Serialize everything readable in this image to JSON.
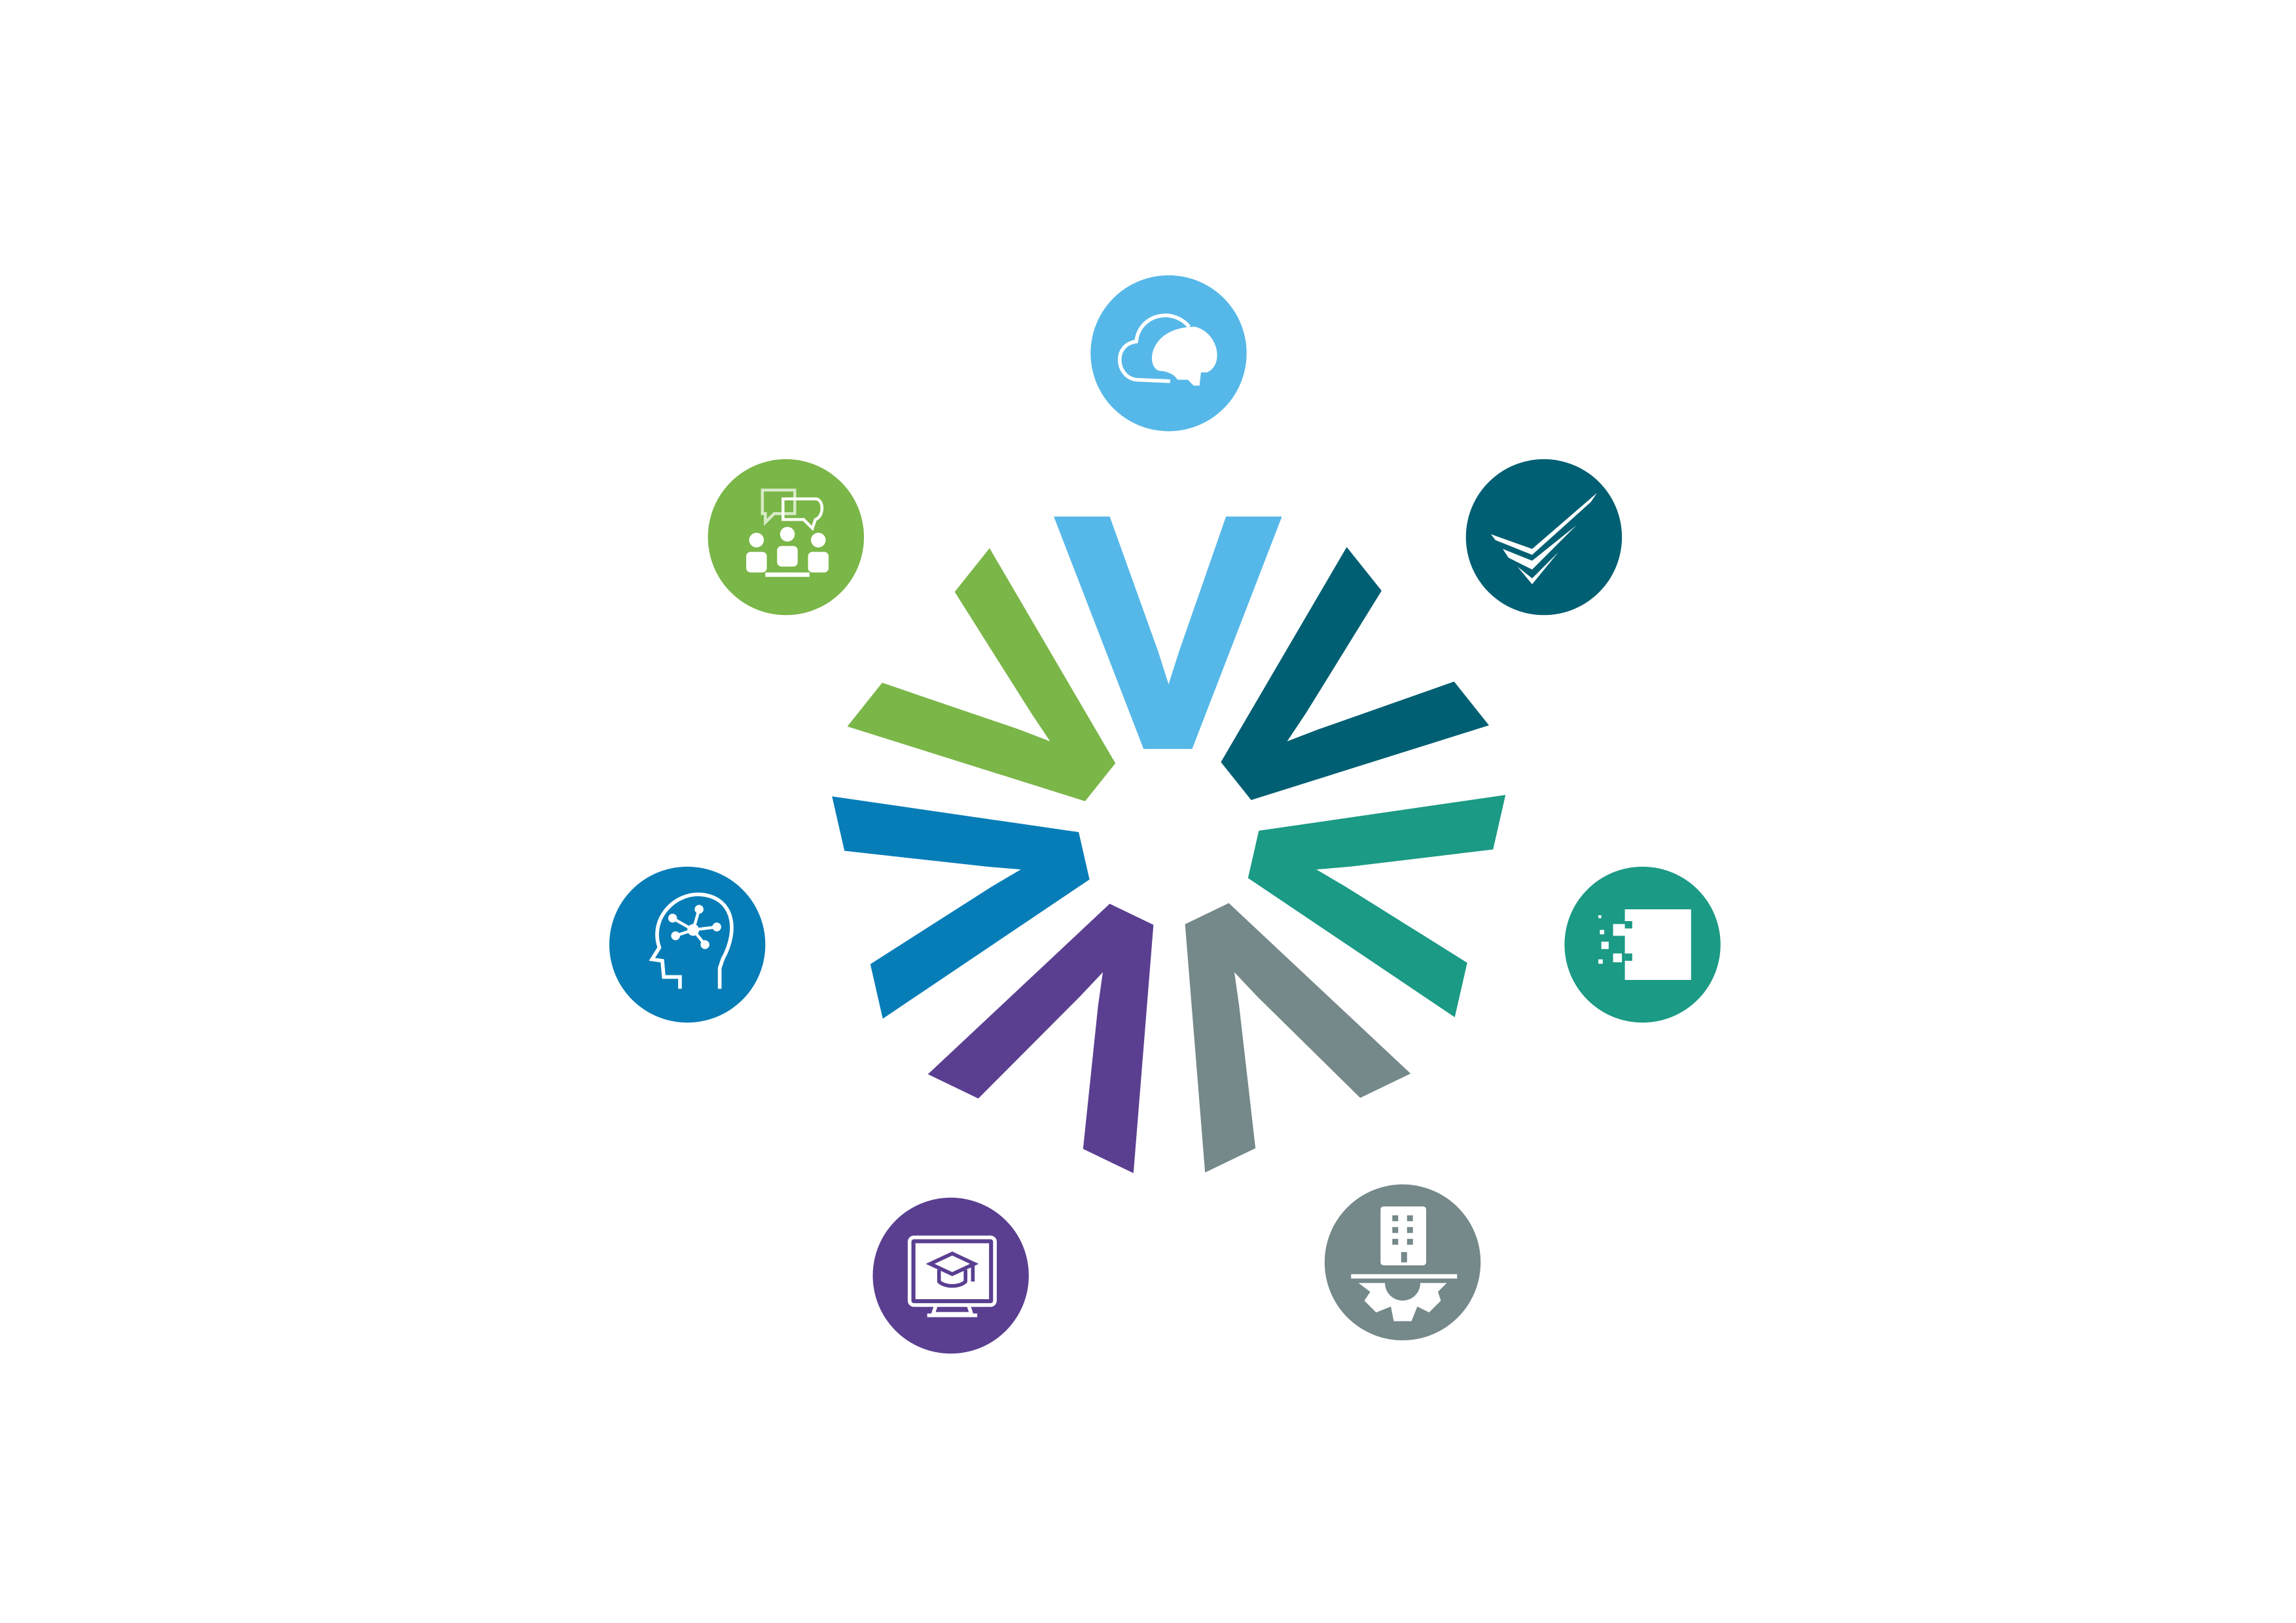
{
  "diagram": {
    "segments": [
      {
        "id": "top",
        "color": "#56b8e8",
        "icon": "cloud-brain-icon"
      },
      {
        "id": "upper-right",
        "color": "#005f73",
        "icon": "layered-check-icon"
      },
      {
        "id": "right",
        "color": "#1b9a85",
        "icon": "digital-pixel-transform-icon"
      },
      {
        "id": "lower-right",
        "color": "#75888a",
        "icon": "building-gear-icon"
      },
      {
        "id": "lower-left",
        "color": "#5a3f91",
        "icon": "monitor-graduation-cap-icon"
      },
      {
        "id": "left",
        "color": "#077db8",
        "icon": "head-network-icon"
      },
      {
        "id": "upper-left",
        "color": "#7ab648",
        "icon": "people-discussion-icon"
      }
    ]
  }
}
